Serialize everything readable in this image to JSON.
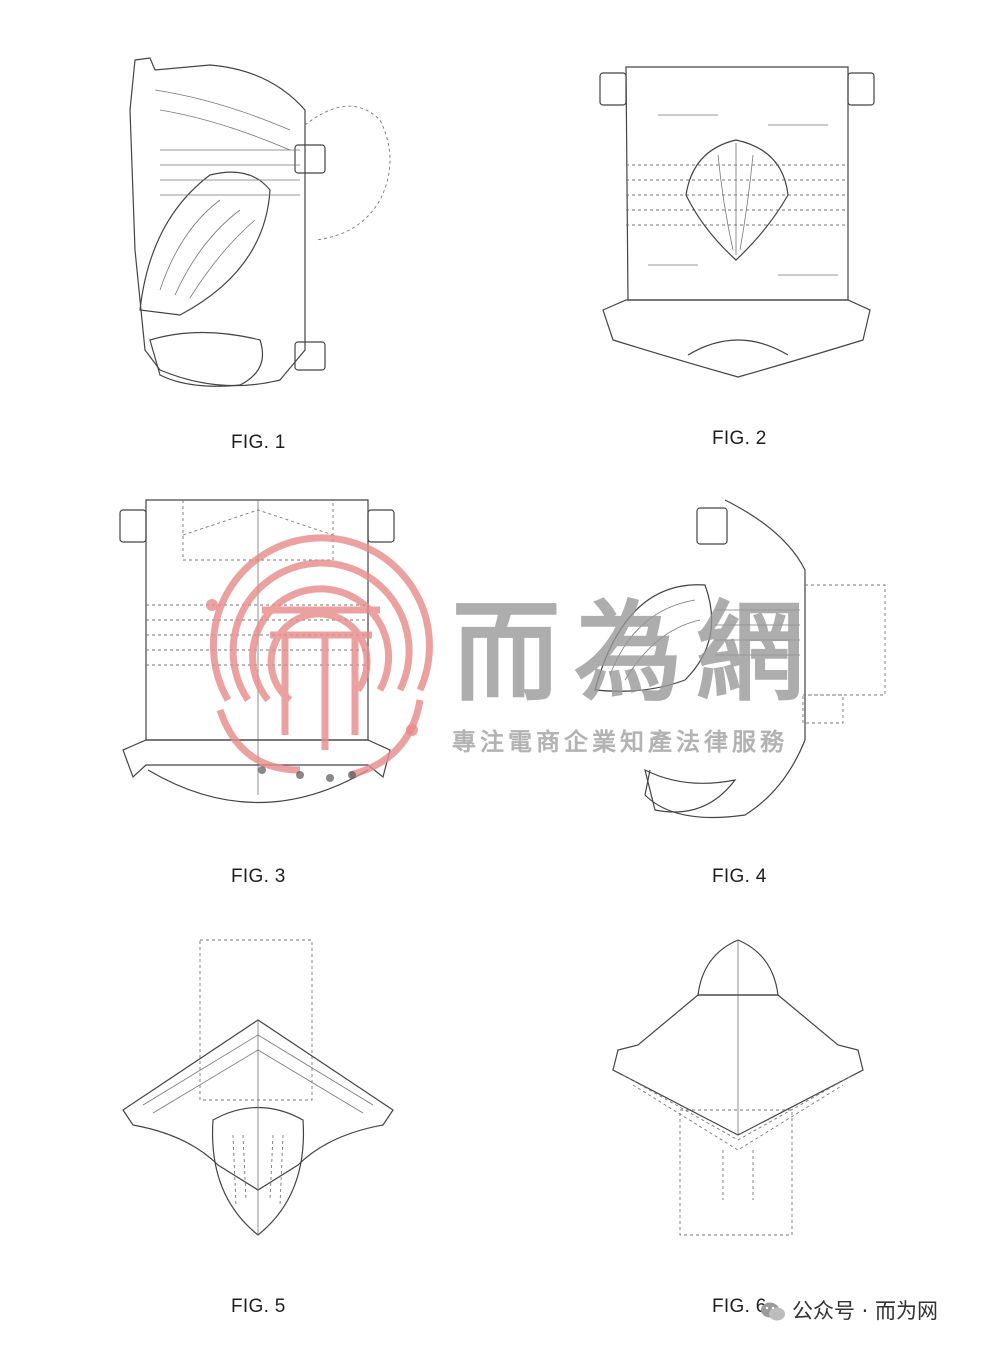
{
  "figures": [
    {
      "caption": "FIG. 1"
    },
    {
      "caption": "FIG. 2"
    },
    {
      "caption": "FIG. 3"
    },
    {
      "caption": "FIG. 4"
    },
    {
      "caption": "FIG. 5"
    },
    {
      "caption": "FIG. 6"
    }
  ],
  "watermark": {
    "title": "而為網",
    "subtitle": "專注電商企業知產法律服務",
    "color": "#e88a8a"
  },
  "footer": {
    "icon": "wechat-icon",
    "text": "公众号 · 而为网"
  }
}
